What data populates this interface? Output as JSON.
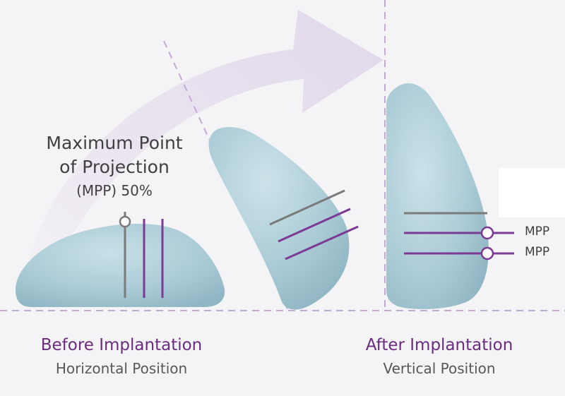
{
  "mpp_title_line1": "Maximum Point",
  "mpp_title_line2": "of Projection",
  "mpp_subtitle": "(MPP) 50%",
  "before_title": "Before Implantation",
  "before_subtitle": "Horizontal Position",
  "after_title": "After Implantation",
  "after_subtitle": "Vertical Position",
  "mpp_label_top": "MPP",
  "mpp_label_bottom": "MPP",
  "colors": {
    "accent_purple": "#6a2d7e",
    "line_purple": "#7b3a93",
    "line_gray": "#7a7a7a",
    "implant_blue": "#a9cbd6",
    "guide_dash": "#c4a9d8",
    "arrow_lavender": "#e7e0ee"
  }
}
